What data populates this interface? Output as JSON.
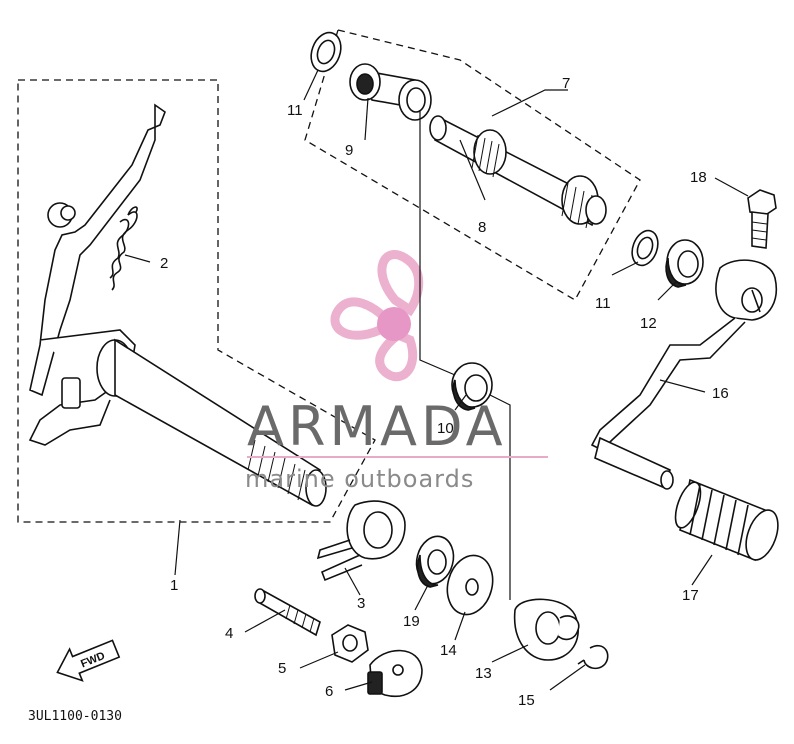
{
  "diagram_code": "3UL1100-0130",
  "direction_badge": "FWD",
  "watermark": {
    "title": "ARMADA",
    "subtitle": "marine outboards",
    "logo_colors": {
      "pink": "#e9a9c9",
      "dot": "#e58cc0"
    }
  },
  "callouts": [
    {
      "id": "c1",
      "label": "1"
    },
    {
      "id": "c2",
      "label": "2"
    },
    {
      "id": "c3",
      "label": "3"
    },
    {
      "id": "c4",
      "label": "4"
    },
    {
      "id": "c5",
      "label": "5"
    },
    {
      "id": "c6",
      "label": "6"
    },
    {
      "id": "c7",
      "label": "7"
    },
    {
      "id": "c8",
      "label": "8"
    },
    {
      "id": "c9",
      "label": "9"
    },
    {
      "id": "c10",
      "label": "10"
    },
    {
      "id": "c11a",
      "label": "11"
    },
    {
      "id": "c11b",
      "label": "11"
    },
    {
      "id": "c12",
      "label": "12"
    },
    {
      "id": "c13",
      "label": "13"
    },
    {
      "id": "c14",
      "label": "14"
    },
    {
      "id": "c15",
      "label": "15"
    },
    {
      "id": "c16",
      "label": "16"
    },
    {
      "id": "c17",
      "label": "17"
    },
    {
      "id": "c18",
      "label": "18"
    },
    {
      "id": "c19",
      "label": "19"
    }
  ]
}
